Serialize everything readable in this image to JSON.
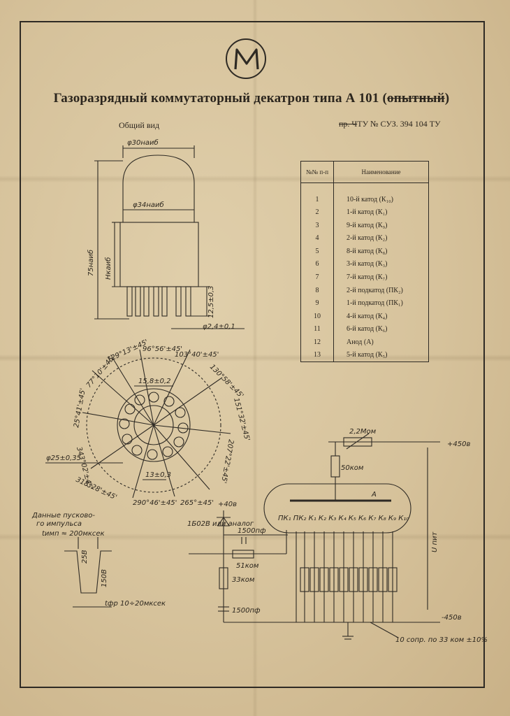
{
  "document": {
    "title_main": "Газоразрядный коммутаторный декатрон типа А 101 (",
    "title_struck": "опытный",
    "title_end": ")",
    "subtitle": "Общий вид",
    "spec_struck": "пр. Ч",
    "spec_rest": "ТУ № СУЗ. 394 104 ТУ"
  },
  "table": {
    "col_num": "№№ п-п",
    "col_name": "Наименование",
    "rows": [
      {
        "num": "1",
        "name": "10-й катод (К₁₀)"
      },
      {
        "num": "2",
        "name": "1-й катод (К₁)"
      },
      {
        "num": "3",
        "name": "9-й катод (К₉)"
      },
      {
        "num": "4",
        "name": "2-й катод (К₂)"
      },
      {
        "num": "5",
        "name": "8-й катод (К₈)"
      },
      {
        "num": "6",
        "name": "3-й катод (К₃)"
      },
      {
        "num": "7",
        "name": "7-й катод (К₇)"
      },
      {
        "num": "8",
        "name": "2-й подкатод (ПК₂)"
      },
      {
        "num": "9",
        "name": "1-й подкатод (ПК₁)"
      },
      {
        "num": "10",
        "name": "4-й катод (К₄)"
      },
      {
        "num": "11",
        "name": "6-й катод (К₆)"
      },
      {
        "num": "12",
        "name": "Анод (А)"
      },
      {
        "num": "13",
        "name": "5-й катод (К₅)"
      }
    ]
  },
  "dimensions": {
    "top_diameter": "φ30наиб",
    "body_diameter": "φ34наиб",
    "height_total": "75наиб",
    "height_body": "Нкаиб",
    "pin_length": "12,5±0,3",
    "pin_diameter": "φ2,4±0,1",
    "base_outer": "φ25±0,35",
    "base_inner": "15,8±0,2",
    "base_small": "13±0,3",
    "angles_top": "96°56'±45'",
    "angle_a": "103°40'±45'",
    "angle_b": "130°58'±45'",
    "angle_c": "151°32'±45'",
    "angle_d": "129°13'±45'",
    "angle_e": "207°22'±45'",
    "angle_f": "265°±45'",
    "angle_g": "290°46'±45'",
    "angle_h": "318°28'±45'",
    "angle_i": "343°02'±45'",
    "angle_j": "25°41'±45'",
    "angle_k": "77°10'±45'"
  },
  "circuit": {
    "r_top": "2,2Мом",
    "r_anode": "50ком",
    "v_pos": "+450в",
    "v_neg": "-450в",
    "u_label": "U пит",
    "anode": "А",
    "pin_labels": "ПК₁ ПК₂ К₁ К₂ К₃ К₄ К₅ К₆ К₇ К₈ К₉ К₁₀",
    "bias": "+40в",
    "diode": "1Б02В или аналог",
    "c1": "1500пф",
    "r1": "51ком",
    "r2": "33ком",
    "c2": "1500пф",
    "cathode_note": "10 сопр. по 33 ком ±10%"
  },
  "pulse": {
    "title_1": "Данные пусково-",
    "title_2": "го импульса",
    "t_pulse": "tимп ≈ 200мксек",
    "amp1": "25В",
    "amp2": "150В",
    "t_front": "tфр 10÷20мксек"
  }
}
